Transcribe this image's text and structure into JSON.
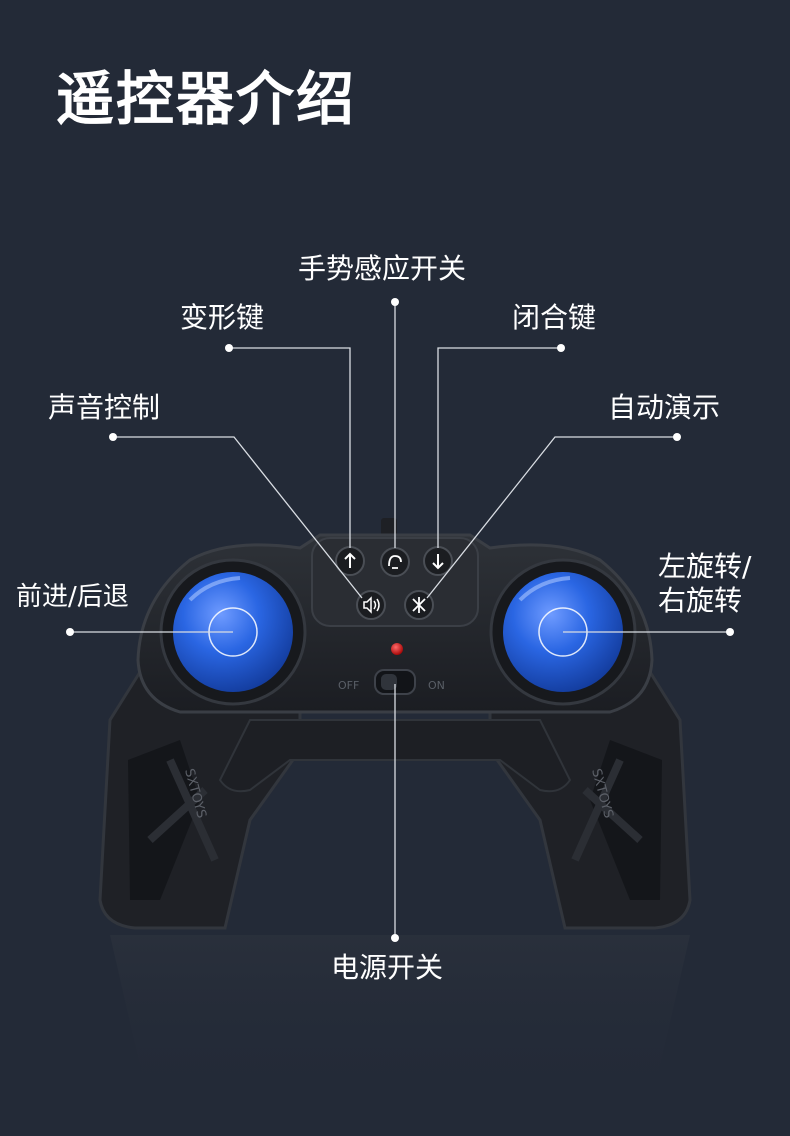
{
  "page": {
    "title": "遥控器介绍",
    "background": "#232a37"
  },
  "labels": {
    "gesture": "手势感应开关",
    "transform": "变形键",
    "close": "闭合键",
    "sound": "声音控制",
    "auto_demo": "自动演示",
    "forward_back": "前进/后退",
    "rotate_line1": "左旋转/",
    "rotate_line2": "右旋转",
    "power": "电源开关"
  },
  "controller": {
    "brand_text": "SXTOYS",
    "switch_off": "OFF",
    "switch_on": "ON",
    "joystick_color": "#1f5cd6",
    "body_color": "#24272d",
    "led_color": "#e01515"
  }
}
